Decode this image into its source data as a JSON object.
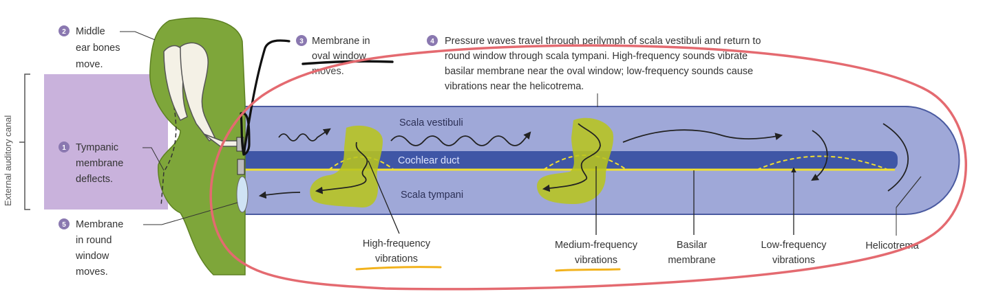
{
  "side_label": "External auditory canal",
  "steps": [
    {
      "num": "2",
      "lines": [
        "Middle",
        "ear bones",
        "move."
      ]
    },
    {
      "num": "3",
      "lines": [
        "Membrane in",
        "oval window",
        "moves."
      ]
    },
    {
      "num": "4",
      "lines": [
        "Pressure waves travel through perilymph of scala vestibuli and return to",
        "round window through scala tympani. High-frequency sounds vibrate",
        "basilar membrane near the oval window; low-frequency sounds cause",
        "vibrations near the helicotrema."
      ]
    },
    {
      "num": "1",
      "lines": [
        "Tympanic",
        "membrane",
        "deflects."
      ]
    },
    {
      "num": "5",
      "lines": [
        "Membrane",
        "in round",
        "window",
        "moves."
      ]
    }
  ],
  "regions": {
    "scala_vestibuli": "Scala vestibuli",
    "cochlear_duct": "Cochlear duct",
    "scala_tympani": "Scala tympani"
  },
  "bottom_labels": {
    "high": [
      "High-frequency",
      "vibrations"
    ],
    "medium": [
      "Medium-frequency",
      "vibrations"
    ],
    "basilar": [
      "Basilar",
      "membrane"
    ],
    "low": [
      "Low-frequency",
      "vibrations"
    ],
    "helicotrema": "Helicotrema"
  },
  "colors": {
    "canal": "#c9b2dc",
    "bone": "#7ea63a",
    "cochlea": "#9fa8d8",
    "duct": "#3f56a6",
    "basilar": "#f2e030",
    "highlight": "#b8c41f",
    "annotation_red": "#e46a70",
    "underline_orange": "#f2b21c"
  }
}
